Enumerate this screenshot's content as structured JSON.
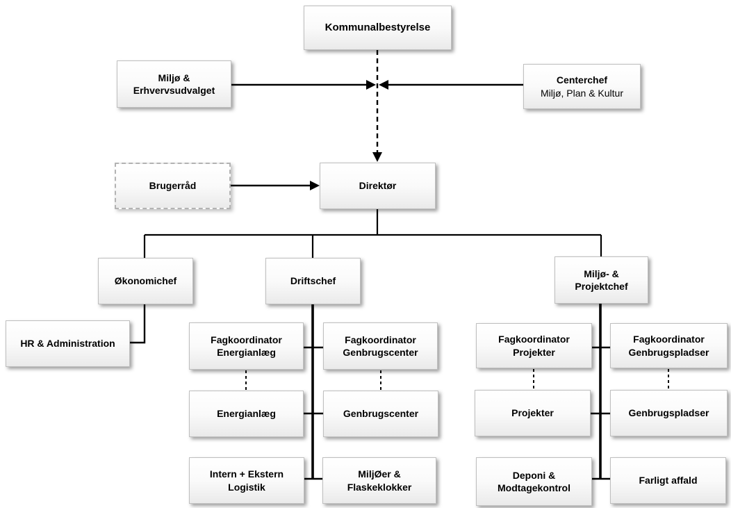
{
  "diagram_type": "organization-chart",
  "colors": {
    "line": "#000000",
    "box_border": "#bfbfbf",
    "box_fill_top": "#ffffff",
    "box_fill_bottom": "#eaeaea",
    "dashed_box_border": "#b3b3b3",
    "text": "#000000"
  },
  "nodes": {
    "kommunalbestyrelse": {
      "label": "Kommunalbestyrelse"
    },
    "miljo_erhvervsudvalget": {
      "label": "Miljø & Erhvervsudvalget"
    },
    "centerchef": {
      "title": "Centerchef",
      "subtitle": "Miljø, Plan & Kultur"
    },
    "brugerrad": {
      "label": "Brugerråd"
    },
    "direktor": {
      "label": "Direktør"
    },
    "okonomichef": {
      "label": "Økonomichef"
    },
    "driftschef": {
      "label": "Driftschef"
    },
    "miljo_projektchef": {
      "label": "Miljø- & Projektchef"
    },
    "hr_administration": {
      "label": "HR & Administration"
    },
    "fagkoordinator_energianlag": {
      "label": "Fagkoordinator Energianlæg"
    },
    "fagkoordinator_genbrugscenter": {
      "label": "Fagkoordinator Genbrugscenter"
    },
    "energianlag": {
      "label": "Energianlæg"
    },
    "genbrugscenter": {
      "label": "Genbrugscenter"
    },
    "intern_ekstern_logistik": {
      "label": "Intern + Ekstern Logistik"
    },
    "miljoer_flaskeklokker": {
      "label": "MiljØer & Flaskeklokker"
    },
    "fagkoordinator_projekter": {
      "label": "Fagkoordinator Projekter"
    },
    "fagkoordinator_genbrugspladser": {
      "label": "Fagkoordinator Genbrugspladser"
    },
    "projekter": {
      "label": "Projekter"
    },
    "genbrugspladser": {
      "label": "Genbrugspladser"
    },
    "deponi_modtagekontrol": {
      "label": "Deponi & Modtagekontrol"
    },
    "farligt_affald": {
      "label": "Farligt affald"
    }
  }
}
